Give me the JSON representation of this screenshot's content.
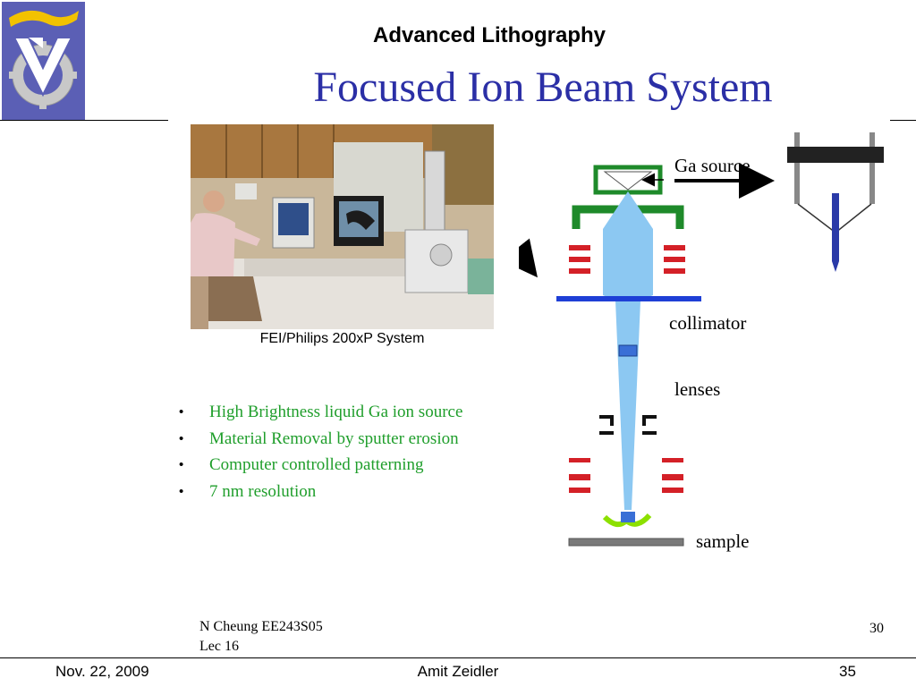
{
  "header": {
    "title": "Advanced Lithography",
    "subtitle": "Focused Ion Beam System"
  },
  "photo": {
    "caption": "FEI/Philips 200xP System"
  },
  "bullets": [
    "High Brightness liquid Ga ion source",
    "Material Removal by sputter erosion",
    "Computer controlled patterning",
    "7 nm resolution"
  ],
  "diagram": {
    "labels": {
      "ga_source": "Ga source",
      "collimator": "collimator",
      "lenses": "lenses",
      "sample": "sample"
    }
  },
  "reference": {
    "author": "N Cheung EE243S05",
    "lecture": "Lec 16",
    "page": "30"
  },
  "footer": {
    "date": "Nov. 22, 2009",
    "author": "Amit Zeidler",
    "page": "35"
  },
  "colors": {
    "title_blue": "#2b2fa6",
    "bullet_green": "#1f9e2b",
    "beam_blue": "#8cc8f2",
    "lens_green": "#1e8a2a",
    "coil_red": "#d42027",
    "logo_purple": "#5b5fb5",
    "logo_yellow": "#f2c200"
  }
}
